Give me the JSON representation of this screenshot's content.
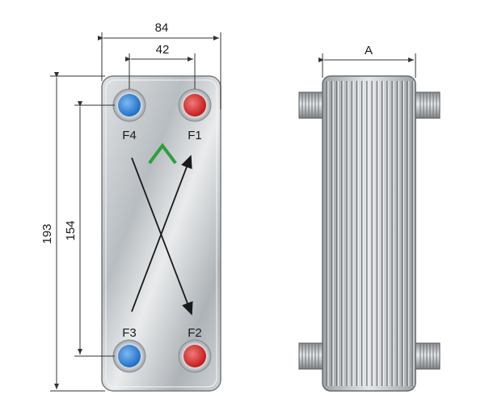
{
  "dimensions": {
    "overall_width": "84",
    "port_spacing_horizontal": "42",
    "overall_height": "193",
    "port_spacing_vertical": "154",
    "stack_thickness": "A"
  },
  "ports": {
    "top_left": {
      "label": "F4",
      "color": "#2a7fd6"
    },
    "top_right": {
      "label": "F1",
      "color": "#d62a2a"
    },
    "bottom_left": {
      "label": "F3",
      "color": "#2a7fd6"
    },
    "bottom_right": {
      "label": "F2",
      "color": "#d62a2a"
    }
  },
  "colors": {
    "plate_steel": "#c9cdd0",
    "chevron_green": "#2e9e3e",
    "flow_arrow": "#1a1a1a",
    "dimension_line": "#333333"
  },
  "icons": {
    "chevron": "chevron-up-icon",
    "flow": "flow-cross-arrows"
  }
}
